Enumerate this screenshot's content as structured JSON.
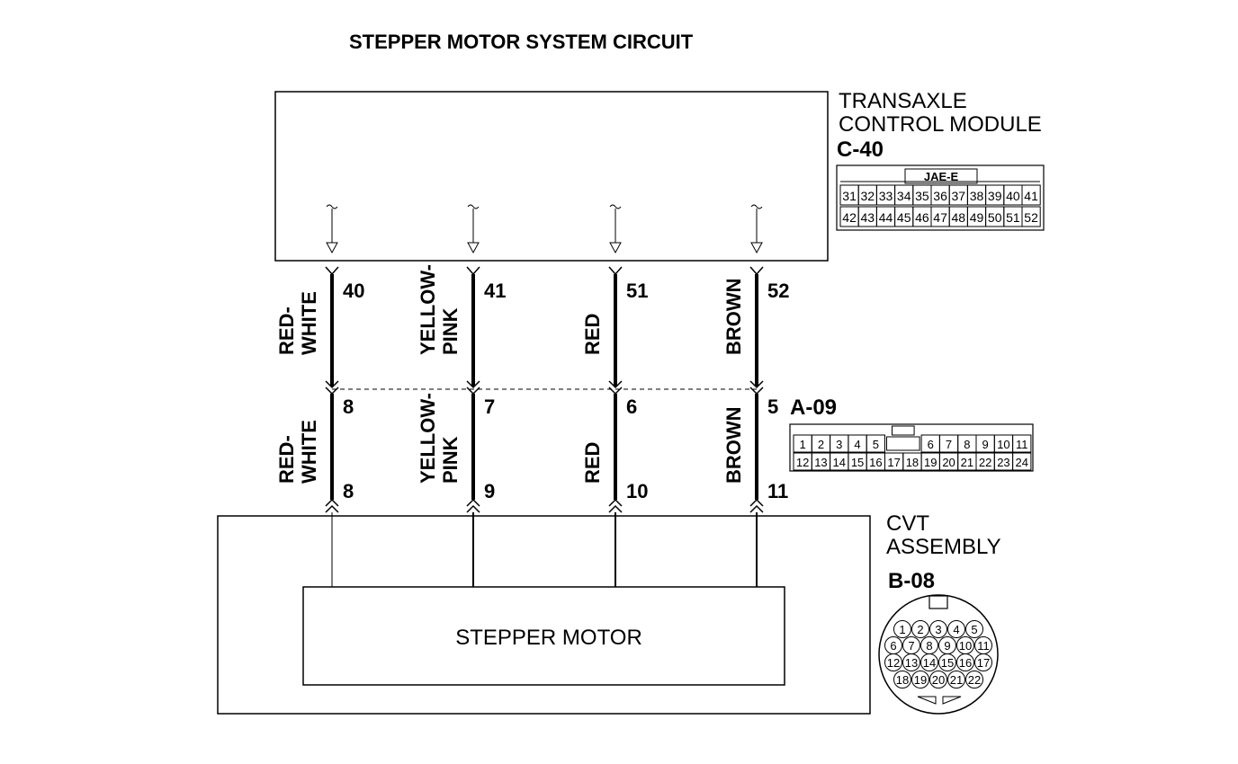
{
  "title": "STEPPER MOTOR SYSTEM CIRCUIT",
  "tcm": {
    "name_line1": "TRANSAXLE",
    "name_line2": "CONTROL MODULE",
    "connector": "C-40",
    "connector_tag": "JAE-E",
    "row1": [
      "31",
      "32",
      "33",
      "34",
      "35",
      "36",
      "37",
      "38",
      "39",
      "40",
      "41"
    ],
    "row2": [
      "42",
      "43",
      "44",
      "45",
      "46",
      "47",
      "48",
      "49",
      "50",
      "51",
      "52"
    ]
  },
  "junction": {
    "connector": "A-09",
    "row1": [
      "1",
      "2",
      "3",
      "4",
      "5",
      "",
      "6",
      "7",
      "8",
      "9",
      "10",
      "11"
    ],
    "row2": [
      "12",
      "13",
      "14",
      "15",
      "16",
      "17",
      "18",
      "19",
      "20",
      "21",
      "22",
      "23",
      "24"
    ]
  },
  "cvt": {
    "name_line1": "CVT",
    "name_line2": "ASSEMBLY",
    "connector": "B-08",
    "pins": [
      "1",
      "2",
      "3",
      "4",
      "5",
      "6",
      "7",
      "8",
      "9",
      "10",
      "11",
      "12",
      "13",
      "14",
      "15",
      "16",
      "17",
      "18",
      "19",
      "20",
      "21",
      "22"
    ]
  },
  "stepper_motor": "STEPPER MOTOR",
  "wires": [
    {
      "top_label": [
        "RED-",
        "WHITE"
      ],
      "bottom_label": [
        "RED-",
        "WHITE"
      ],
      "tcm_pin": "40",
      "a09_pin": "8",
      "b08_pin": "8"
    },
    {
      "top_label": [
        "YELLOW-",
        "PINK"
      ],
      "bottom_label": [
        "YELLOW-",
        "PINK"
      ],
      "tcm_pin": "41",
      "a09_pin": "7",
      "b08_pin": "9"
    },
    {
      "top_label": [
        "RED"
      ],
      "bottom_label": [
        "RED"
      ],
      "tcm_pin": "51",
      "a09_pin": "6",
      "b08_pin": "10"
    },
    {
      "top_label": [
        "BROWN"
      ],
      "bottom_label": [
        "BROWN"
      ],
      "tcm_pin": "52",
      "a09_pin": "5",
      "b08_pin": "11"
    }
  ]
}
